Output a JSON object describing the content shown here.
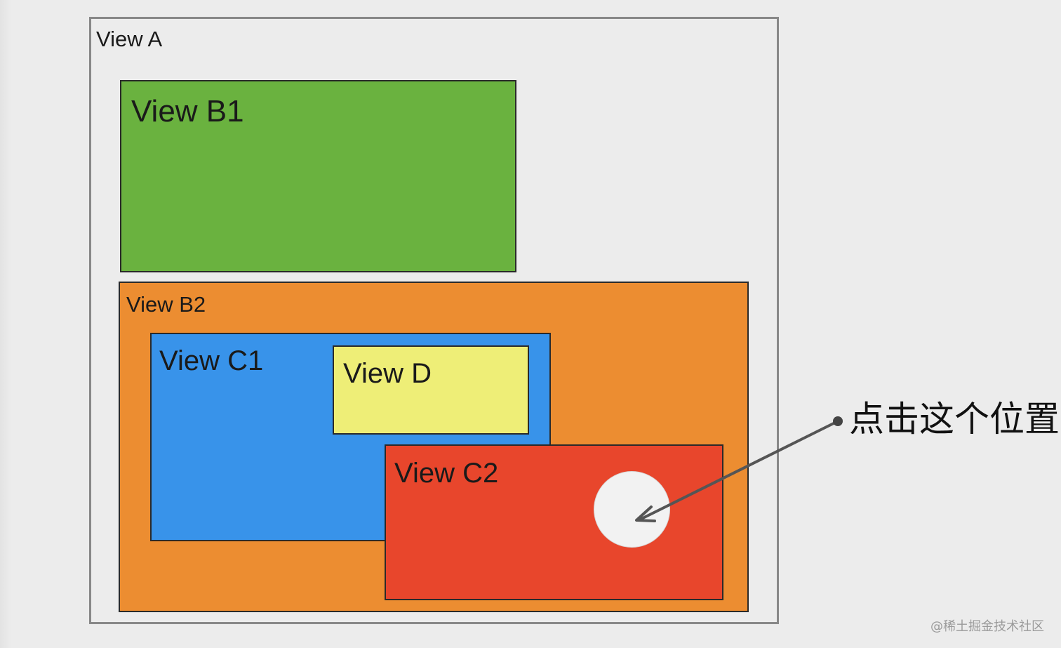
{
  "views": {
    "a": {
      "label": "View A",
      "color": "#ececec"
    },
    "b1": {
      "label": "View B1",
      "color": "#6ab23f"
    },
    "b2": {
      "label": "View B2",
      "color": "#ec8d31"
    },
    "c1": {
      "label": "View C1",
      "color": "#3893ea"
    },
    "d": {
      "label": "View D",
      "color": "#eeee77"
    },
    "c2": {
      "label": "View C2",
      "color": "#e8462c"
    }
  },
  "callout": {
    "text": "点击这个位置"
  },
  "watermark": {
    "text": "@稀土掘金技术社区"
  }
}
